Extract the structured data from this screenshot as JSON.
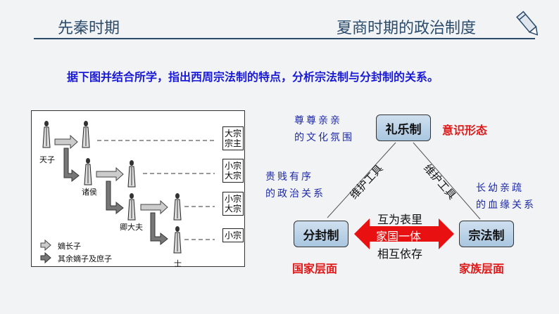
{
  "header": {
    "section": "先秦时期",
    "title": "夏商时期的政治制度",
    "icon": "pencil-icon"
  },
  "question": "据下图并结合所学，指出西周宗法制的特点，分析宗法制与分封制的关系。",
  "left_diagram": {
    "ranks": [
      "天子",
      "诸侯",
      "卿大夫",
      "士"
    ],
    "tags": [
      [
        "大宗",
        "宗主"
      ],
      [
        "小宗",
        "大宗"
      ],
      [
        "小宗",
        "大宗"
      ],
      [
        "小宗"
      ]
    ],
    "legend": [
      "嫡长子",
      "其余嫡子及庶子"
    ]
  },
  "right_diagram": {
    "top_node": "礼乐制",
    "left_node": "分封制",
    "right_node": "宗法制",
    "top_note": [
      "尊尊亲亲",
      "的文化氛围"
    ],
    "top_label": "意识形态",
    "left_note": [
      "贵贱有序",
      "的政治关系"
    ],
    "right_note": [
      "长幼亲疏",
      "的血缘关系"
    ],
    "edge_left": "维护工具",
    "edge_right": "维护工具",
    "middle": {
      "above": "互为表里",
      "arrow": "家国一体",
      "below": "相互依存"
    },
    "left_label": "国家层面",
    "right_label": "家族层面",
    "colors": {
      "red": "#e01818",
      "blue": "#1e2aa8",
      "node": "#b9d2e8"
    }
  }
}
